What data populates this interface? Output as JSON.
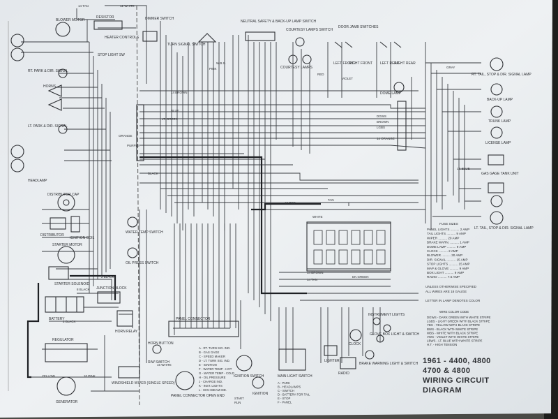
{
  "title": [
    "1961 - 4400, 4800",
    "4700 & 4800",
    "WIRING CIRCUIT",
    "DIAGRAM"
  ],
  "components": {
    "blower_motor": "BLOWER MOTOR",
    "resistor": "RESISTOR",
    "heater_controls": "HEATER CONTROLS",
    "dimmer_switch": "DIMMER SWITCH",
    "turn_signal_switch": "TURN SIGNAL SWITCH",
    "neutral_safety": "NEUTRAL SAFETY & BACK-UP LAMP SWITCH",
    "courtesy_lamps_switch": "COURTESY LAMPS SWITCH",
    "door_jamb_switches": "DOOR JAMB SWITCHES",
    "courtesy_lamps": "COURTESY LAMPS",
    "left_front": "LEFT FRONT",
    "right_front": "RIGHT FRONT",
    "left_rear": "LEFT REAR",
    "right_rear": "RIGHT REAR",
    "dome_lamp": "DOME LAMP",
    "stop_light_sw": "STOP LIGHT SW",
    "rt_park_dir": "RT. PARK & DIR. SIGNAL",
    "horns": "HORNS",
    "lt_park_dir": "LT. PARK & DIR. SIGNAL",
    "headlamp": "HEADLAMP",
    "distributor_cap": "DISTRIBUTOR CAP",
    "distributor": "DISTRIBUTOR",
    "ignition_coil": "IGNITION COIL",
    "starter_motor": "STARTER MOTOR",
    "starter_solenoid": "STARTER SOLENOID",
    "battery": "BATTERY",
    "junction_block": "JUNCTION BLOCK",
    "horn_relay": "HORN RELAY",
    "regulator": "REGULATOR",
    "generator": "GENERATOR",
    "water_temp_switch": "WATER TEMP SWITCH",
    "oil_press_switch": "OIL PRESS SWITCH",
    "horn_button": "HORN BUTTON",
    "windshield_wiper": "WINDSHIELD WIPER (SINGLE SPEED)",
    "panel_connector": "PANEL CONNECTOR",
    "panel_connector_open": "PANEL CONNECTOR OPEN END",
    "ignition_switch": "IGNITION SWITCH",
    "ignition": "IGNITION",
    "main_light_switch": "MAIN LIGHT SWITCH",
    "lighter": "LIGHTER",
    "radio": "RADIO",
    "clock": "CLOCK",
    "instrument_lights": "INSTRUMENT LIGHTS",
    "glove_box_light": "GLOVE BOX LIGHT & SWITCH",
    "brake_warning": "BRAKE WARNING LIGHT & SWITCH",
    "rt_tail_stop": "RT. TAIL, STOP & DIR. SIGNAL LAMP",
    "back_up_lamp": "BACK-UP LAMP",
    "trunk_lamp": "TRUNK LAMP",
    "license_lamp": "LICENSE LAMP",
    "gas_gauge_tank": "GAS GAGE TANK UNIT",
    "lt_tail_stop": "LT. TAIL, STOP & DIR. SIGNAL LAMP",
    "rw_switch": "R/W SWITCH"
  },
  "wire_labels": {
    "w14tan": "14 TAN",
    "w12white": "12 WHITE",
    "w14brown": "14 BROWN",
    "blue": "BLUE",
    "lt_green": "LT. GREEN",
    "orange": "ORANGE",
    "black": "BLACK",
    "red": "RED",
    "violet": "VIOLET",
    "gray": "GRAY",
    "dgws": "DGWS",
    "brown": "BROWN",
    "lgbs": "LGBS",
    "w14orange": "14 ORANGE",
    "lt_blue": "LT. BLUE",
    "w10red": "10 RED",
    "tan": "TAN",
    "white": "WHITE",
    "w14brown2": "14 BROWN",
    "w14tan2": "14 TAN",
    "dk_green": "DK.GREEN",
    "w2black": "2 BLACK",
    "w8black": "8 BLACK",
    "w10pink": "10 PINK",
    "w16white": "16 WHITE",
    "yellow": "YELLOW",
    "wbs": "W.B.S.",
    "pink": "PINK",
    "purple": "PURPLE",
    "w2black2": "2 BLACK"
  },
  "fuse_table": {
    "heading": "FUSE SIZES",
    "rows": [
      [
        "PANEL LIGHTS",
        "2 AMP"
      ],
      [
        "TAIL LIGHTS",
        "9 AMP"
      ],
      [
        "WIPER",
        "20 AMP"
      ],
      [
        "BRAKE WARN.",
        "1 AMP"
      ],
      [
        "DOME LAMP",
        "9 AMP"
      ],
      [
        "CLOCK",
        "2 AMP"
      ],
      [
        "BLOWER",
        "30 AMP"
      ],
      [
        "DIR. SIGNAL",
        "15 AMP"
      ],
      [
        "STOP LIGHTS",
        "15 AMP"
      ],
      [
        "MAP & GLOVE",
        "9 AMP"
      ],
      [
        "BOX LIGHT",
        "9 AMP"
      ],
      [
        "RADIO",
        "7.5 AMP"
      ]
    ]
  },
  "notes": [
    "UNLESS OTHERWISE SPECIFIED",
    "ALL WIRES ARE 18 GAUGE",
    "LETTER IN LAMP DENOTES COLOR"
  ],
  "wire_code": {
    "heading": "WIRE COLOR CODE",
    "rows": [
      "DGWS - DARK GREEN WITH WHITE STRIPE",
      "LGBS - LIGHT GREEN WITH BLACK STRIPE",
      "YBS - YELLOW WITH BLACK STRIPE",
      "BWS - BLACK WITH WHITE STRIPE",
      "WBS - WHITE WITH BLACK STRIPE",
      "VWS - VIOLET WITH WHITE STRIPE",
      "LBWS - LT. BLUE WITH WHITE STRIPE",
      "H.T. - HIGH TENSION"
    ]
  },
  "panel_legend": [
    "A - RT. TURN SIG. IND.",
    "B - GAS GAGE",
    "C - SPEED MAKER",
    "D - LT. TURN SIG. IND.",
    "E - IGNITION",
    "F - WATER TEMP - HOT",
    "G - WATER TEMP - COLD",
    "H - OIL PRESSURE",
    "J - CHARGE IND.",
    "K - INST. LIGHTS",
    "L - HIGH BEAM IND."
  ],
  "light_switch_legend": [
    "A - PARK",
    "B - HEADLAMPS",
    "C - SWITCH",
    "D - BATTERY FOR TAIL",
    "E - STOP",
    "F - PANEL"
  ],
  "ign_legend": [
    "START",
    "RUN"
  ]
}
